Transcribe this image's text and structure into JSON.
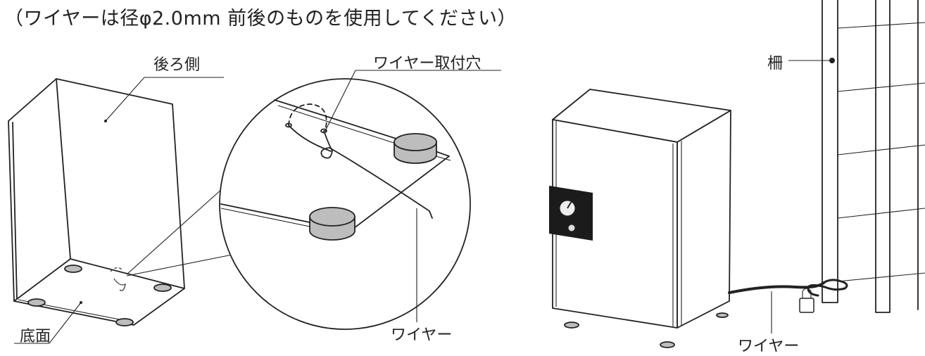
{
  "caption": "（ワイヤーは径φ2.0mm 前後のものを使用してください）",
  "labels": {
    "back_side": "後ろ側",
    "wire_hole": "ワイヤー取付穴",
    "bottom": "底面",
    "wire_left": "ワイヤー",
    "fence": "柵",
    "wire_right": "ワイヤー"
  },
  "colors": {
    "line": "#222222",
    "foot_gray": "#bdbdbd",
    "panel_dark": "#1b1b1b"
  }
}
